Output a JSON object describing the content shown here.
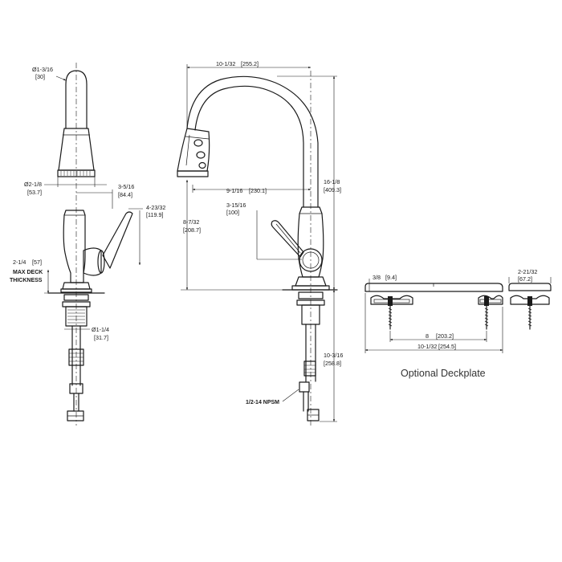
{
  "side_view": {
    "spout_diameter": "Ø1-3/16",
    "spout_diameter_mm": "[30]",
    "spray_diameter": "Ø2-1/8",
    "spray_diameter_mm": "[53.7]",
    "handle_offset": "3-5/16",
    "handle_offset_mm": "[84.4]",
    "handle_length": "4-23/32",
    "handle_length_mm": "[119.9]",
    "deck_thickness": "2-1/4",
    "deck_thickness_mm": "[57]",
    "deck_note_1": "MAX DECK",
    "deck_note_2": "THICKNESS",
    "shank_diameter": "Ø1-1/4",
    "shank_diameter_mm": "[31.7]"
  },
  "front_view": {
    "spout_reach_top": "10-1/32",
    "spout_reach_top_mm": "[255.2]",
    "spout_reach": "9-1/16",
    "spout_reach_mm": "[230.1]",
    "handle_height": "3-15/16",
    "handle_height_mm": "[100]",
    "spout_height": "8-7/32",
    "spout_height_mm": "[208.7]",
    "overall_height": "16-1/8",
    "overall_height_mm": "[409.3]",
    "below_deck": "10-3/16",
    "below_deck_mm": "[258.8]",
    "thread": "1/2-14  NPSM"
  },
  "deckplate": {
    "plate_height": "3/8",
    "plate_height_mm": "[9.4]",
    "side_depth": "2-21/32",
    "side_depth_mm": "[67.2]",
    "hole_spacing": "8",
    "hole_spacing_mm": "[203.2]",
    "overall_width": "10-1/32",
    "overall_width_mm": "[254.5]",
    "caption": "Optional Deckplate"
  }
}
